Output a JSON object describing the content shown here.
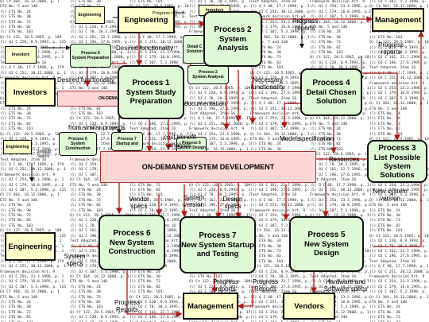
{
  "background_rows": [
    "Q) Ct 364, 16.12.2000, p. 1",
    "ETS No. 5 and 148",
    "(l) ETS No. 24",
    "(l) ETS No. 30",
    "(l) ETS No. 73",
    "(l) ETS No. 82",
    "(l) ETS No. 101",
    "Q) Ct 122, 20.5.1965, p. 109",
    "(l) OJ C 220, 8.9.1993, p. 125",
    "(l) OJ C 78, 30.3.1995, p. 1",
    "(l) OJ C 161, 22.7.1996, p. 1",
    "(l) OJ C 196, 27.6.1995, p. 1",
    "Text Adopted, Item 16",
    "(l) Q C 40, 17.7.1998, p. 179",
    "(l) OJ C 251, 30.12.2000, p. 1",
    "Framework decision Art. 9",
    "(l) OJ C 254, 23.3.1996, p. 1",
    "(l) OJ C 179, 16.8.1995, p. 1",
    "(l) OJ C 307, 5.3.1998, p. 125"
  ],
  "processes": [
    {
      "num": "Process 1",
      "name": "System Study Preparation"
    },
    {
      "num": "Process 2",
      "name": "System Analysis"
    },
    {
      "num": "Process 3",
      "name": "List Possible System Solutions"
    },
    {
      "num": "Process 4",
      "name": "Detail Chosen Solution"
    },
    {
      "num": "Process 5",
      "name": "New System Design"
    },
    {
      "num": "Process 6",
      "name": "New System Construction"
    },
    {
      "num": "Process 7",
      "name": "New System Startup and Testing"
    }
  ],
  "externals": {
    "engineering_top": "Engineering",
    "management_top": "Management",
    "investors": "Investors",
    "engineering_bottom": "Engineering",
    "management_bottom": "Management",
    "vendors": "Vendors"
  },
  "store": {
    "main": "ON-DEMAND SYSTEM DEVELOPMENT",
    "mini": "ON-DEMAND S"
  },
  "mini_nodes": [
    {
      "name": "Engineering"
    },
    {
      "name": "Investors"
    },
    {
      "num": "Process 6",
      "name": "System Preparation"
    },
    {
      "num": "Process 2",
      "name": "System Analysis"
    },
    {
      "name": "Investors"
    },
    {
      "name": "Engineering"
    },
    {
      "num": "Process 6",
      "name": "System Construction"
    },
    {
      "num": "Process 7",
      "name": "Startup and"
    },
    {
      "num": "Process 5",
      "name": "System Design"
    },
    {
      "num": "Detail C",
      "name": "Solution"
    }
  ],
  "flow_labels": {
    "progress_reports_top_left": "Progress reports",
    "desired_functionality": "Desired functionality",
    "desired_functionality_2": "Desired functionality",
    "progress_reports_top_right": "Progress reports",
    "necessary_functionality": "Necessary functionality",
    "progress_reports_right": "Progress reports",
    "documentation": "documentation",
    "models": "Models",
    "specification": "specification",
    "resources": "Resources",
    "from_similar_projects": "from similar projects",
    "cost_benefit": "cost benefit",
    "analysis": "analysis",
    "system_specs": "System specs",
    "vendor_specs": "Vendor specs",
    "design_specs": "Design specs",
    "system_version": "System version",
    "system_specs_bottom": "System specs",
    "progress_reports_bottom_left": "Progress Reports",
    "progress_reports_bottom_mid": "Progress reports",
    "progress_reports_bottom_right": "Progress Reports",
    "hardware_software_specs": "Hardware and Software specs",
    "new_system_version": "New system version"
  },
  "colors": {
    "process_fill": "#dff9d6",
    "external_fill": "#ffffcc",
    "store_fill": "#ffd6d6",
    "flow_arrow": "#b01818"
  }
}
